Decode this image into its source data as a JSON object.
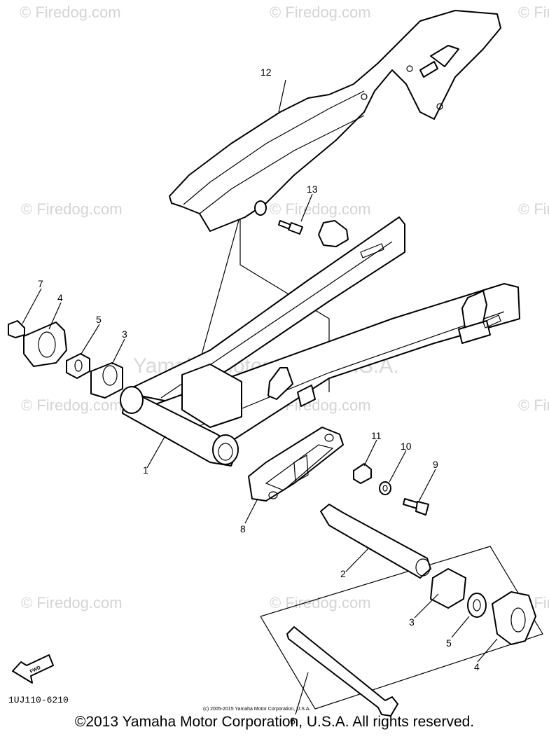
{
  "watermarks": {
    "firedog": "© Firedog.com",
    "yamaha": "Yamaha Motor Corp., U.S.A."
  },
  "callouts": {
    "p1": "1",
    "p2": "2",
    "p3a": "3",
    "p3b": "3",
    "p4a": "4",
    "p4b": "4",
    "p5a": "5",
    "p5b": "5",
    "p6": "6",
    "p7": "7",
    "p8": "8",
    "p9": "9",
    "p10": "10",
    "p11": "11",
    "p12": "12",
    "p13": "13"
  },
  "diagram_code": "1UJ110-6210",
  "fwd_label": "FWD",
  "small_copyright": "(c) 2005-2015 Yamaha Motor Corporation, U.S.A.",
  "copyright": "©2013 Yamaha Motor Corporation, U.S.A. All rights reserved."
}
